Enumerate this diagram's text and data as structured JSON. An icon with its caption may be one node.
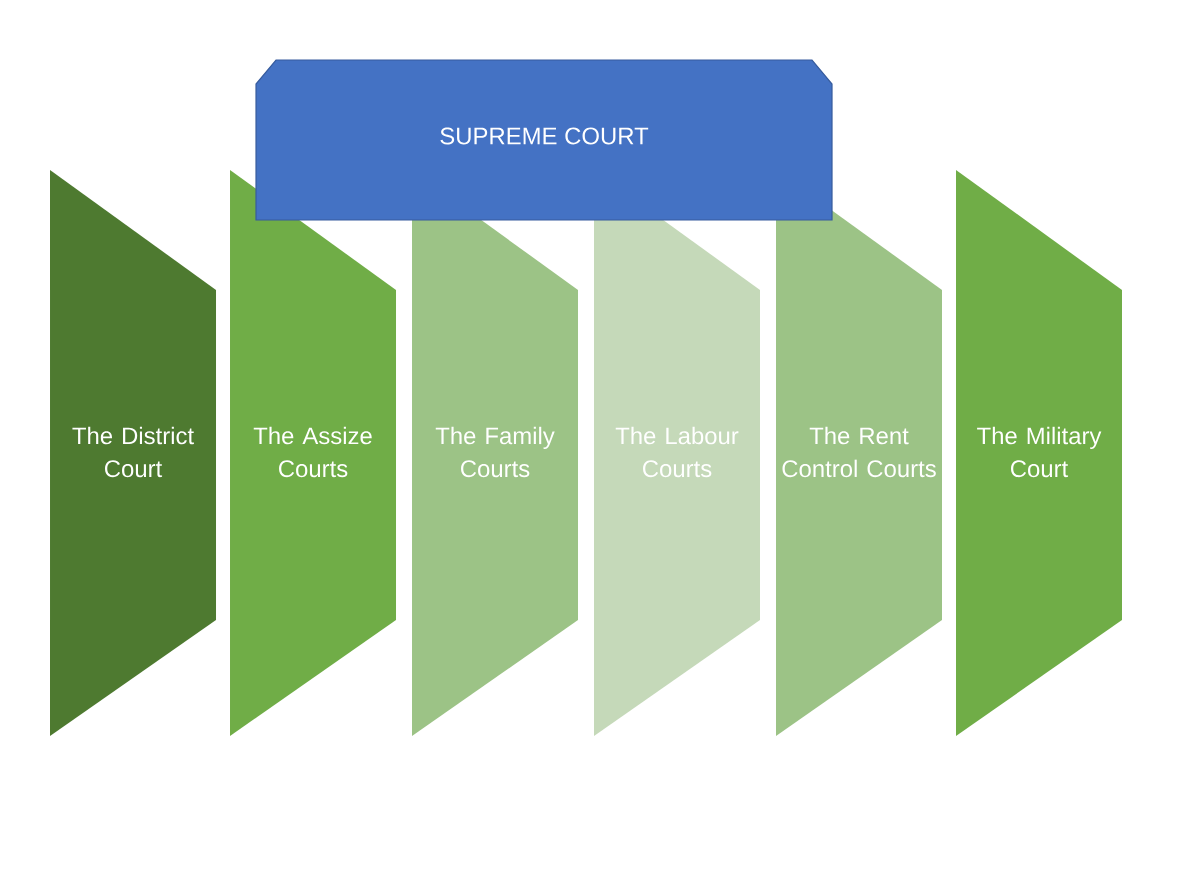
{
  "diagram": {
    "nodes": [
      {
        "text": [
          "SUPREME COURT"
        ]
      },
      {
        "text": [
          "The District Court"
        ]
      },
      {
        "text": [
          "The Assize Courts"
        ]
      },
      {
        "text": [
          "The Family Courts"
        ]
      },
      {
        "text": [
          "The Labour Courts"
        ]
      },
      {
        "text": [
          "The Rent Control Courts"
        ]
      },
      {
        "text": [
          "The Military Court"
        ]
      }
    ]
  }
}
